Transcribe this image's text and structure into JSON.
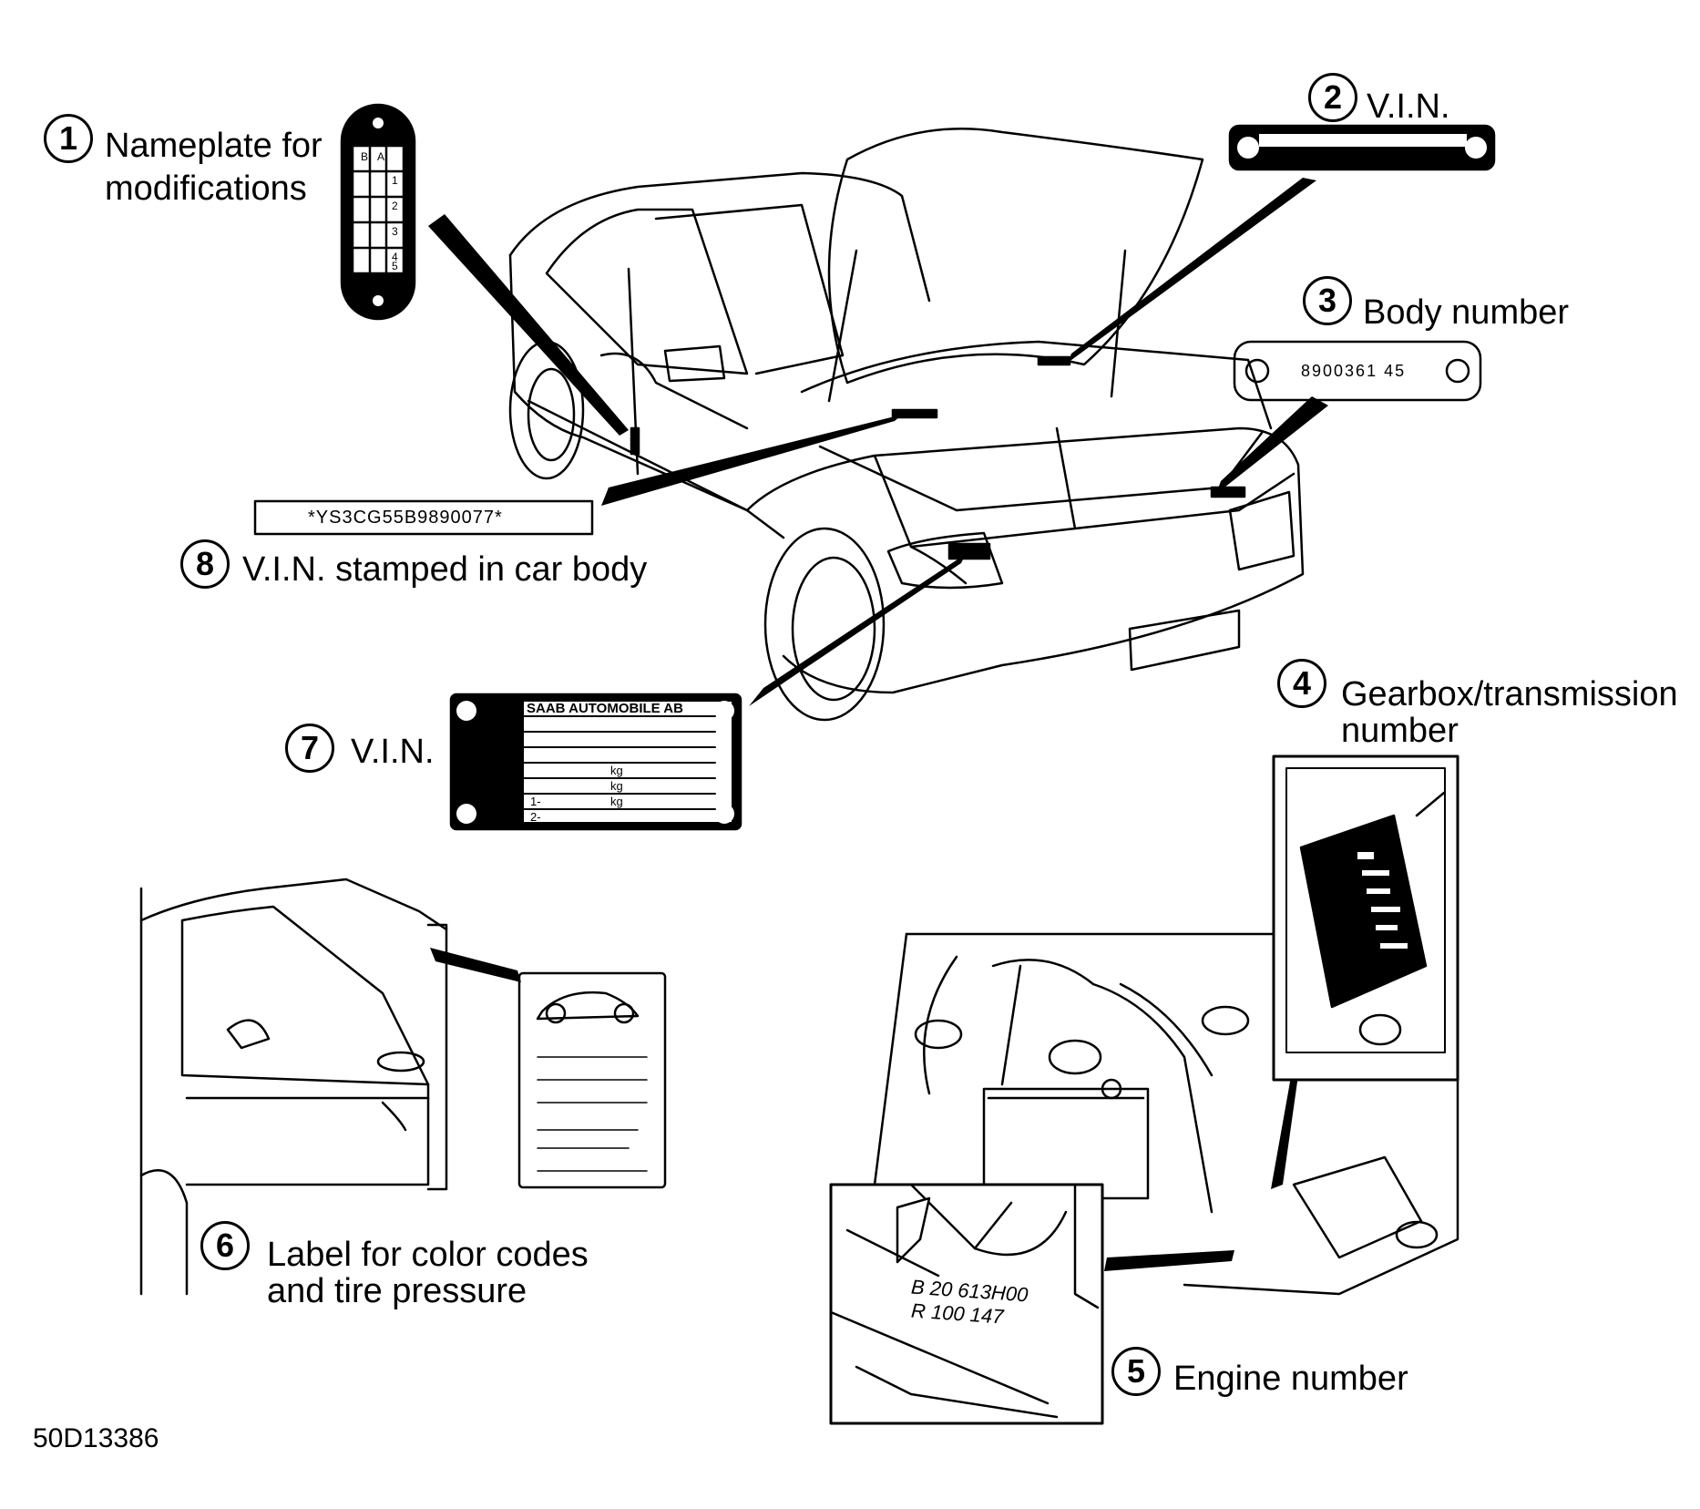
{
  "figure_id": "50D13386",
  "callouts": [
    {
      "number": "1",
      "text_lines": [
        "Nameplate for",
        "modifications"
      ]
    },
    {
      "number": "2",
      "text_lines": [
        "V.I.N."
      ]
    },
    {
      "number": "3",
      "text_lines": [
        "Body number"
      ]
    },
    {
      "number": "4",
      "text_lines": [
        "Gearbox/transmission",
        "number"
      ]
    },
    {
      "number": "5",
      "text_lines": [
        "Engine number"
      ]
    },
    {
      "number": "6",
      "text_lines": [
        "Label for color codes",
        "and tire pressure"
      ]
    },
    {
      "number": "7",
      "text_lines": [
        "V.I.N."
      ]
    },
    {
      "number": "8",
      "text_lines": [
        "V.I.N. stamped in car body"
      ]
    }
  ],
  "plates": {
    "vin_stamp": "*YS3CG55B9890077*",
    "body_number": "8900361 45",
    "engine_number_lines": [
      "B 20 613H00",
      "R 100 147"
    ],
    "saab_plate_title": "SAAB AUTOMOBILE AB",
    "saab_plate_units": [
      "kg",
      "kg",
      "kg"
    ],
    "saab_plate_axles": [
      "1-",
      "2-"
    ],
    "nameplate_columns": [
      "A",
      "B"
    ],
    "nameplate_rows": [
      "1",
      "2",
      "3",
      "4",
      "5"
    ]
  },
  "colors": {
    "ink": "#000000",
    "paper": "#ffffff"
  }
}
